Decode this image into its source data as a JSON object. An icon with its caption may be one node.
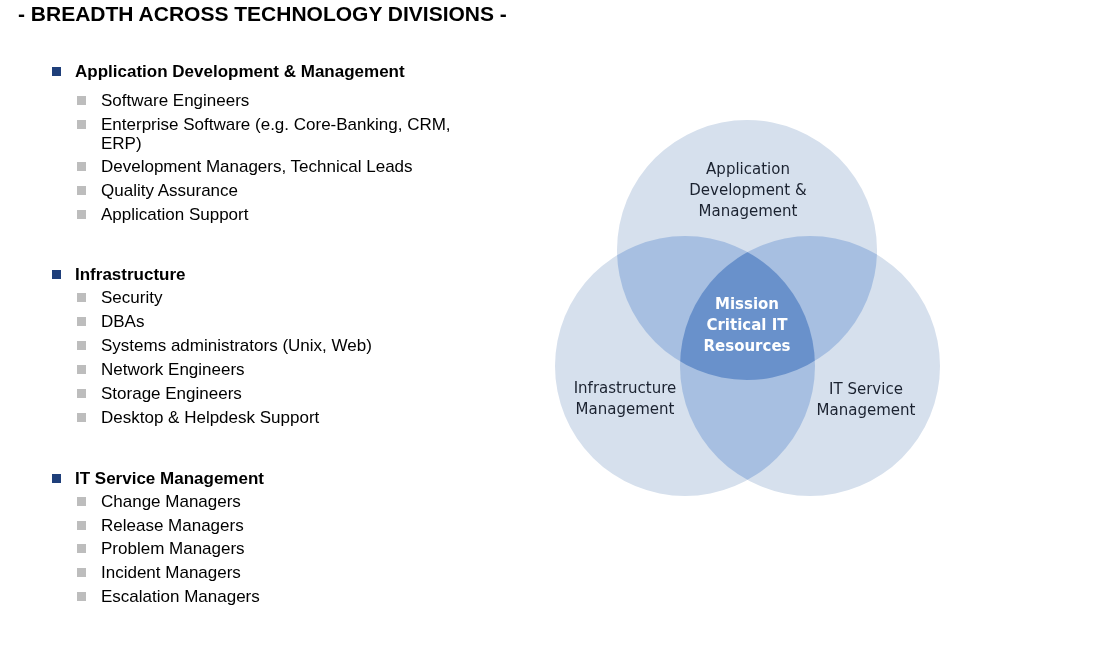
{
  "diagram": {
    "title": "- BREADTH ACROSS TECHNOLOGY DIVISIONS -",
    "nodes": [
      {
        "text": [
          "Application Development & Management"
        ]
      },
      {
        "text": [
          "Infrastructure Management"
        ]
      },
      {
        "text": [
          "IT Service Management"
        ]
      },
      {
        "text": [
          "Mission Critical IT Resources"
        ]
      }
    ],
    "labels": [
      "Application Development & Management",
      "Software Engineers",
      "Enterprise Software (e.g. Core-Banking, CRM, ERP)",
      "Development Managers, Technical Leads",
      "Quality Assurance",
      "Application Support",
      "Infrastructure",
      "Security",
      "DBAs",
      "Systems administrators (Unix, Web)",
      "Network Engineers",
      "Storage Engineers",
      "Desktop & Helpdesk Support",
      "IT Service Management",
      "Change Managers",
      "Release Managers",
      "Problem Managers",
      "Incident Managers",
      "Escalation Managers"
    ]
  }
}
